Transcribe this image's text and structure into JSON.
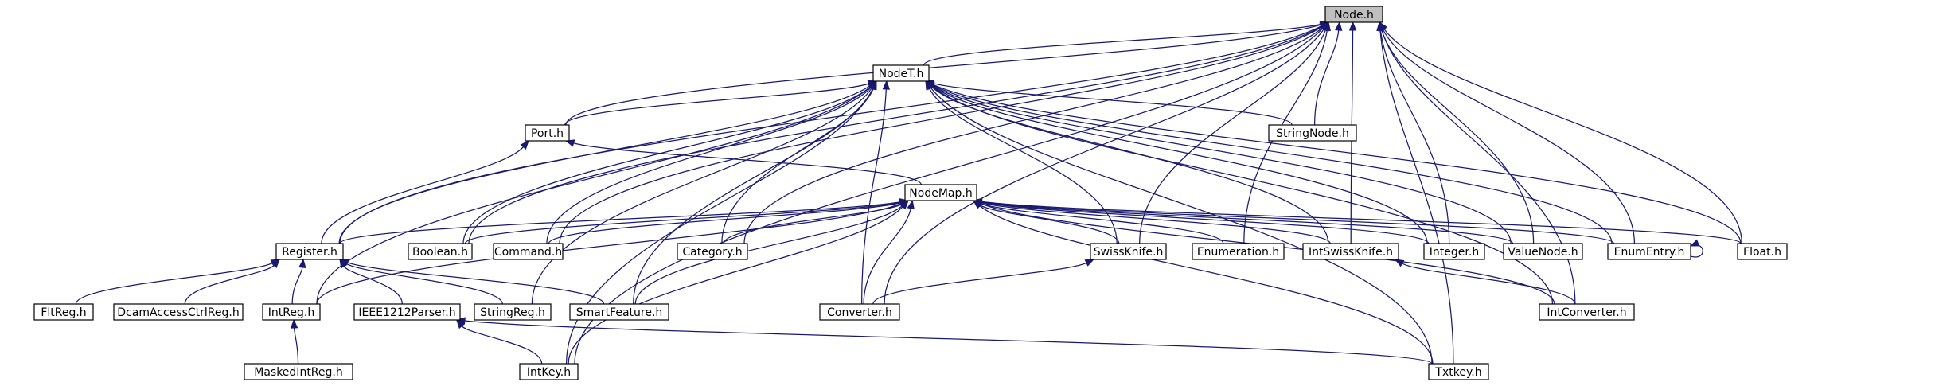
{
  "colors": {
    "edge": "#191970",
    "node_fill": "#ffffff",
    "highlight_fill": "#bfbfbf",
    "border": "#000000"
  },
  "nodes": {
    "node_h": "Node.h",
    "nodet_h": "NodeT.h",
    "port_h": "Port.h",
    "stringnode_h": "StringNode.h",
    "nodemap_h": "NodeMap.h",
    "register_h": "Register.h",
    "boolean_h": "Boolean.h",
    "command_h": "Command.h",
    "category_h": "Category.h",
    "swissknife_h": "SwissKnife.h",
    "enumeration_h": "Enumeration.h",
    "intswissknife_h": "IntSwissKnife.h",
    "integer_h": "Integer.h",
    "valuenode_h": "ValueNode.h",
    "enumentry_h": "EnumEntry.h",
    "float_h": "Float.h",
    "fltreg_h": "FltReg.h",
    "dcamaccessctrlreg_h": "DcamAccessCtrlReg.h",
    "intreg_h": "IntReg.h",
    "ieee1212parser_h": "IEEE1212Parser.h",
    "stringreg_h": "StringReg.h",
    "smartfeature_h": "SmartFeature.h",
    "converter_h": "Converter.h",
    "intconverter_h": "IntConverter.h",
    "maskedintreg_h": "MaskedIntReg.h",
    "intkey_h": "IntKey.h",
    "txtkey_h": "Txtkey.h"
  }
}
